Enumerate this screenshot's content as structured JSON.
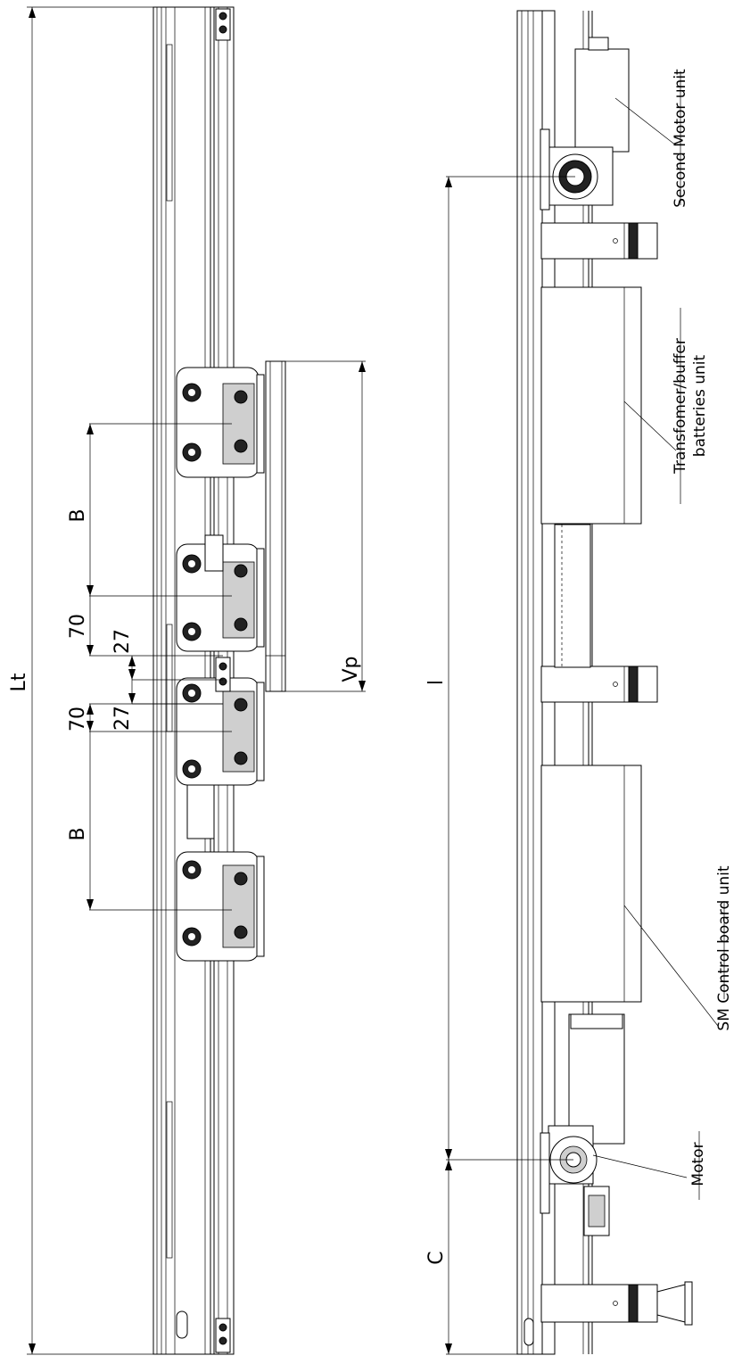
{
  "dimensions": {
    "lt": "Lt",
    "vp": "Vp",
    "l": "l",
    "c": "C",
    "b_upper": "B",
    "b_lower": "B",
    "d70_upper": "70",
    "d70_lower": "70",
    "d27_upper": "27",
    "d27_lower": "27"
  },
  "callouts": {
    "second_motor": "Second Motor unit",
    "transformer_line1": "Transfomer/buffer",
    "transformer_line2": "batteries unit",
    "sm_control": "SM Control board unit",
    "motor": "Motor"
  },
  "colors": {
    "line": "#000000",
    "background": "#ffffff"
  }
}
